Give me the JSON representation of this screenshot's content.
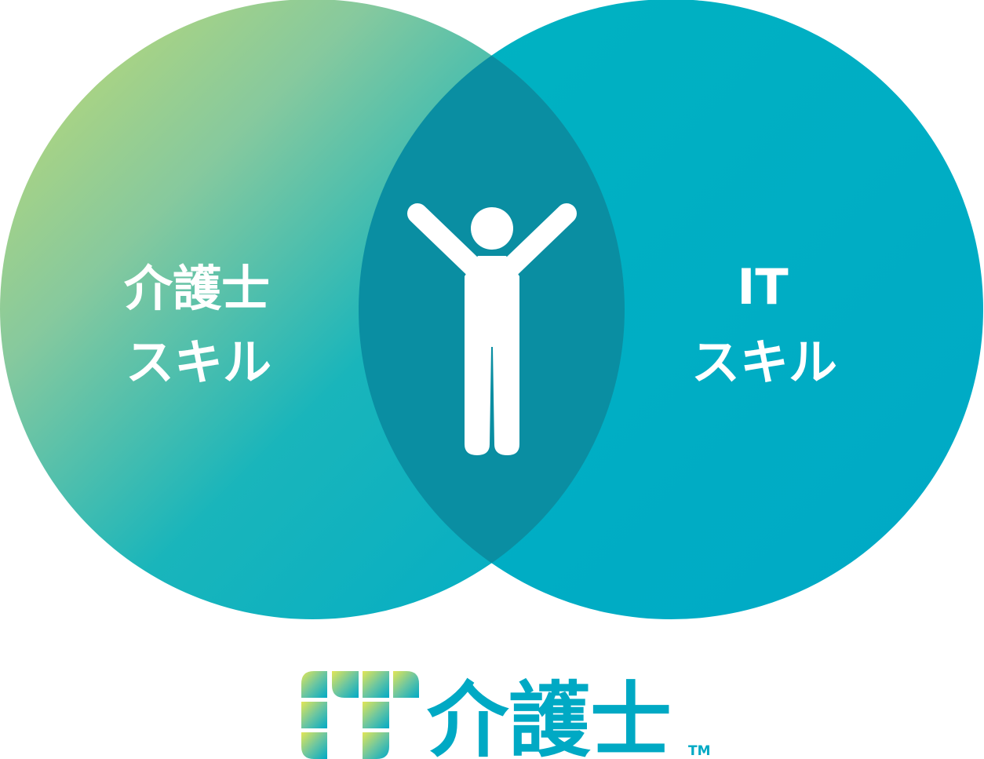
{
  "diagram": {
    "left_circle": {
      "line1": "介護士",
      "line2": "スキル"
    },
    "right_circle": {
      "line1": "IT",
      "line2": "スキル"
    },
    "center_icon": "person-arms-raised-icon"
  },
  "logo": {
    "wordmark": "IT介護士",
    "kanji": "介護士",
    "trademark": "TM"
  },
  "colors": {
    "teal": "#00aec6",
    "overlap": "#0a8ea2",
    "gradient_start": "#b6d777",
    "gradient_mid": "#2cb8ba",
    "logo_teal": "#00a9c4",
    "logo_yellow": "#dfe55a"
  }
}
